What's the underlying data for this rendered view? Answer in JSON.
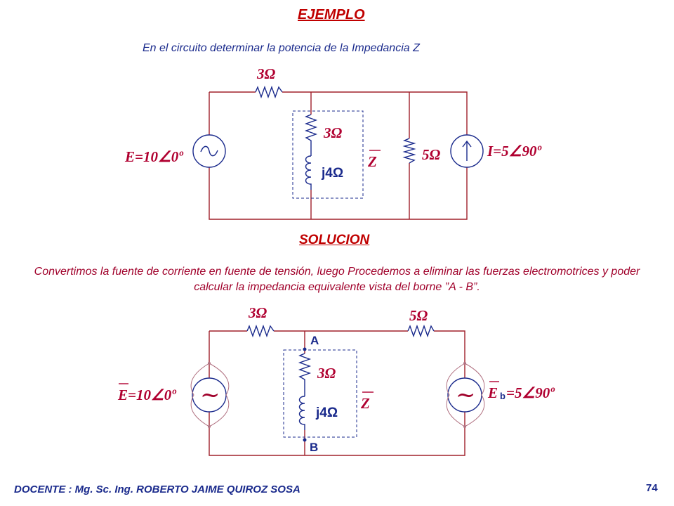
{
  "header": {
    "title": "EJEMPLO",
    "problem": "En el circuito  determinar la potencia de la  Impedancia   Z"
  },
  "circuit1": {
    "r_series": "3Ω",
    "r_branch": "3Ω",
    "l_branch": "j4Ω",
    "z_label": "Z",
    "r_shunt": "5Ω",
    "source_e": "E=10∠0º",
    "source_i": "I=5∠90º"
  },
  "solution": {
    "title": "SOLUCION",
    "explanation": "Convertimos la fuente de corriente en fuente de tensión, luego Procedemos a eliminar las fuerzas electromotrices y poder calcular la impedancia equivalente vista del borne    ”A  -  B”."
  },
  "circuit2": {
    "r_left": "3Ω",
    "r_right": "5Ω",
    "r_branch": "3Ω",
    "l_branch": "j4Ω",
    "z_label": "Z",
    "node_a": "A",
    "node_b": "B",
    "source_e": "E=10∠0º",
    "source_eb_main": "E",
    "source_eb_sub": "b",
    "source_eb_value": "=5∠90º",
    "tilde": "~"
  },
  "footer": {
    "author": "DOCENTE : Mg. Sc. Ing. ROBERTO JAIME QUIROZ SOSA",
    "page": "74"
  },
  "colors": {
    "title_red": "#c00000",
    "text_blue": "#1a2a8c",
    "wire": "#a0202a"
  }
}
